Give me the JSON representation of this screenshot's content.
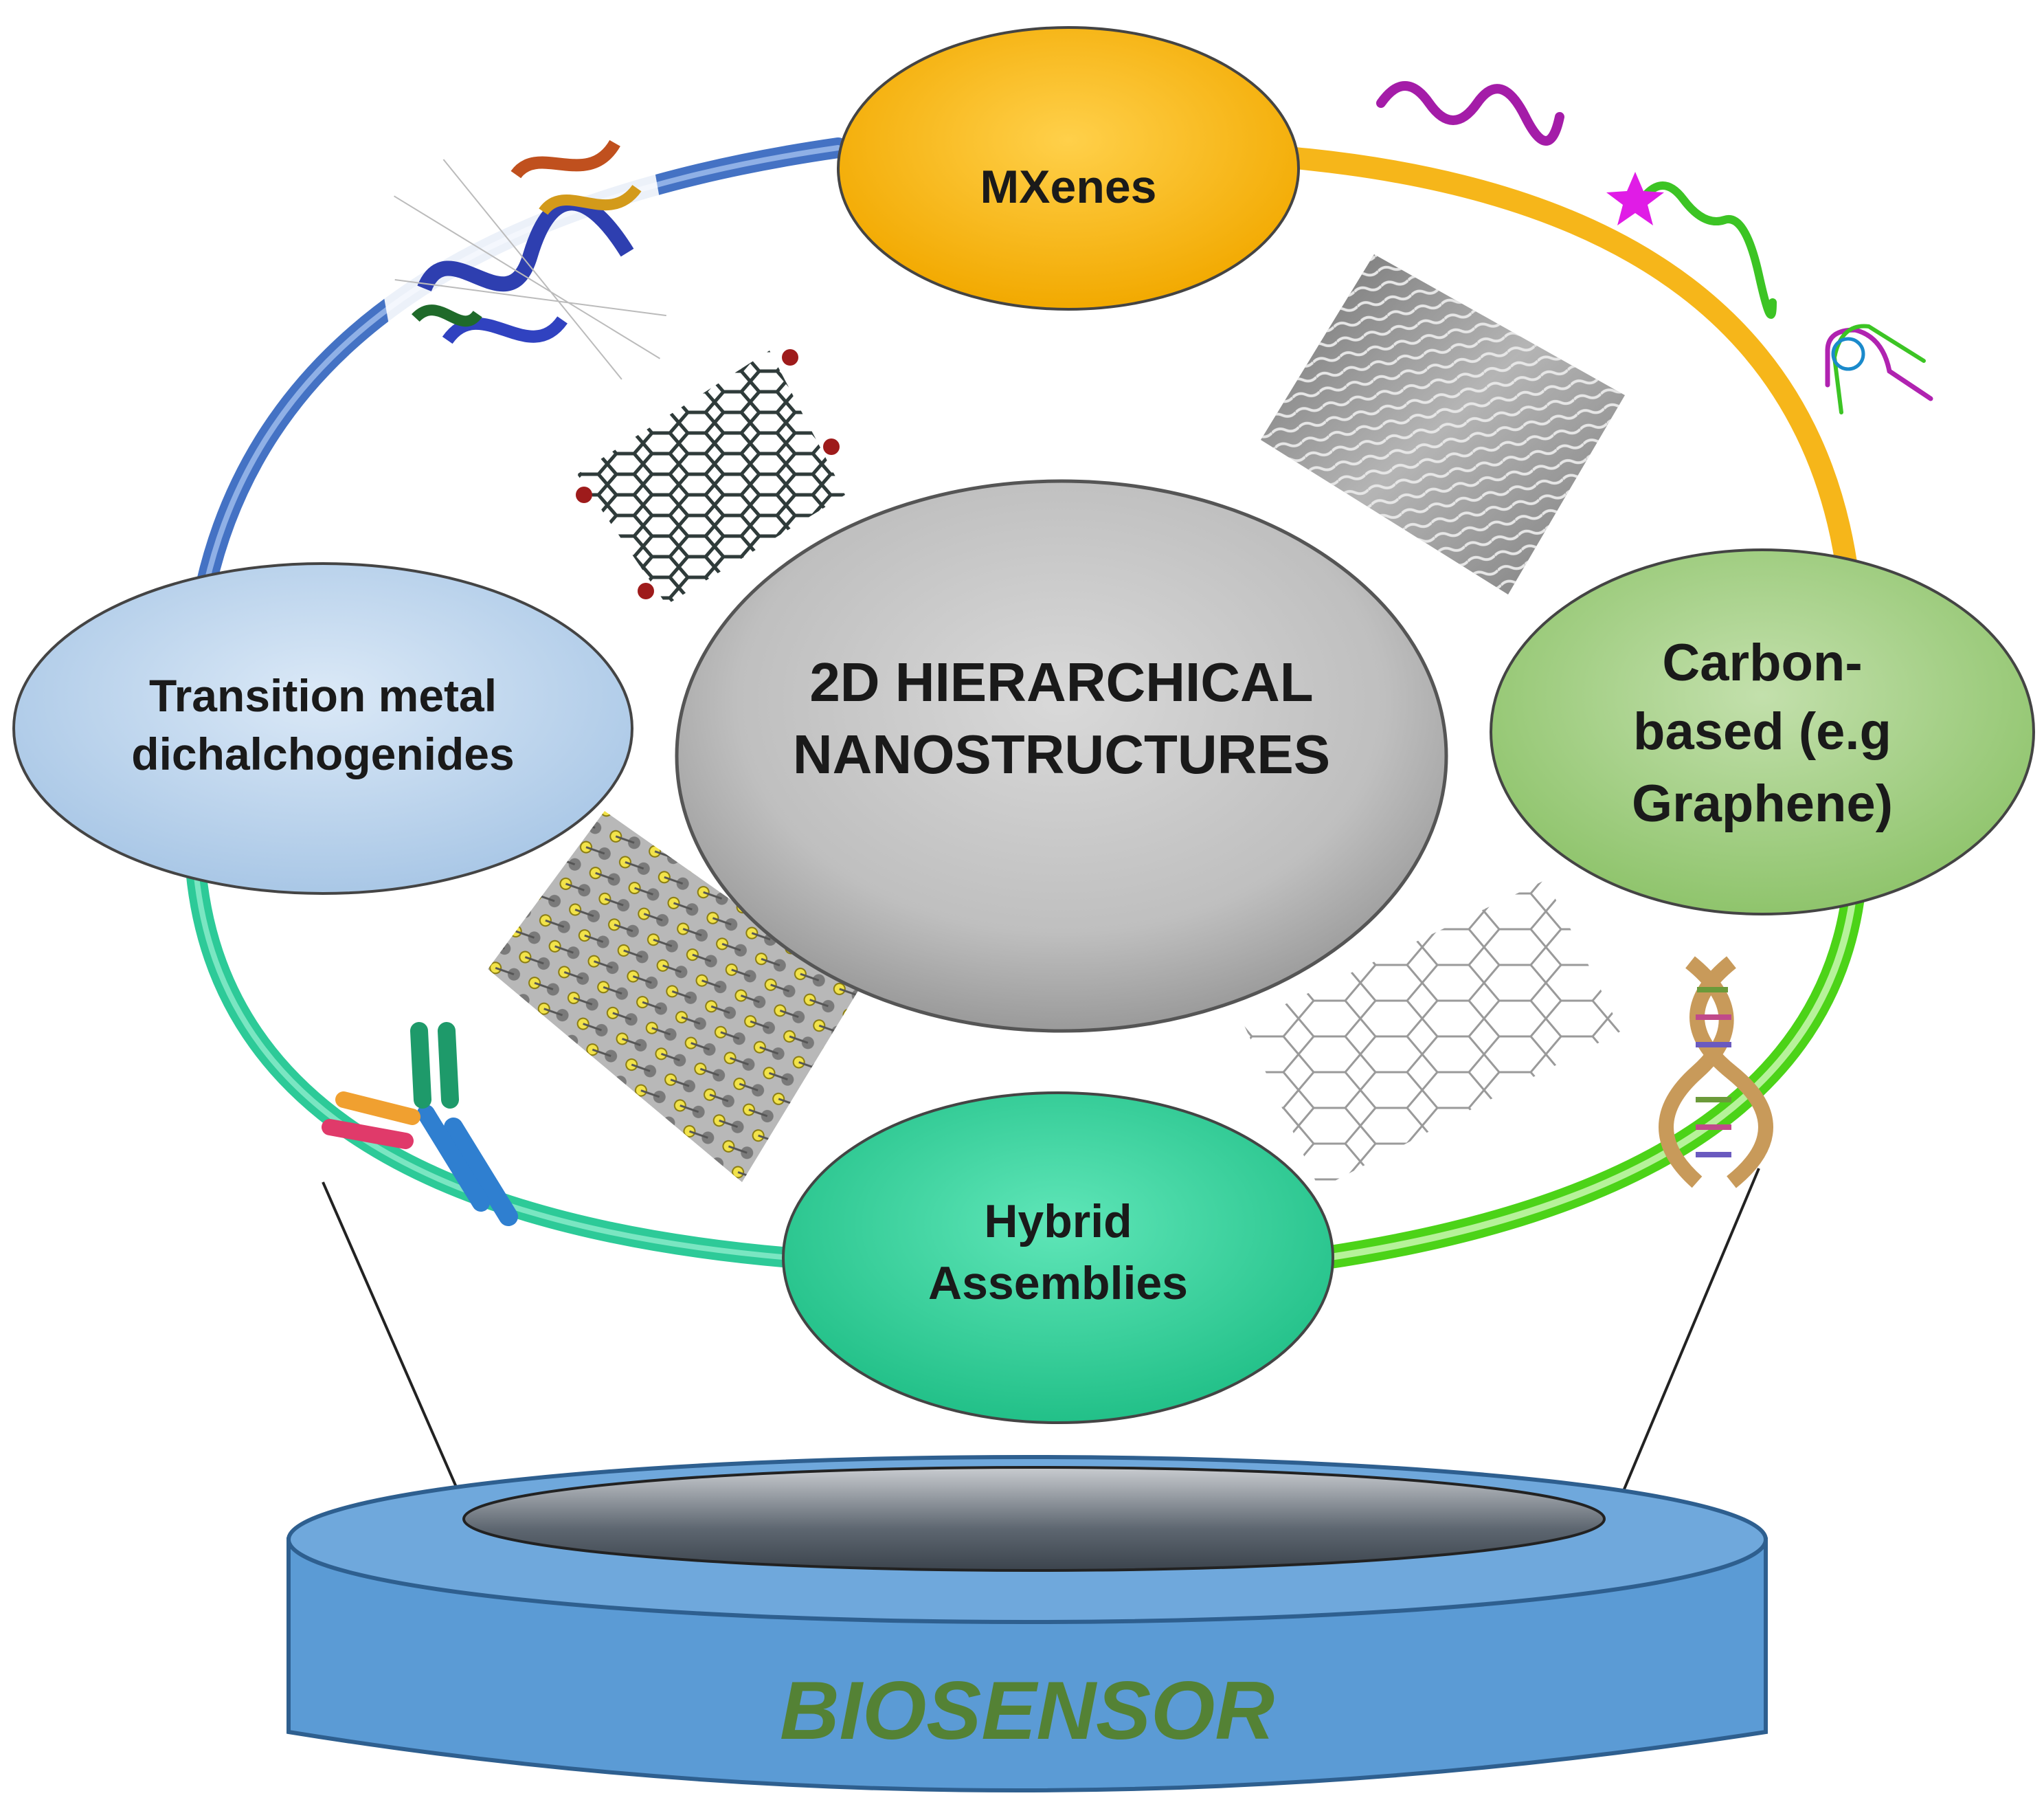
{
  "center": {
    "line1": "2D HIERARCHICAL",
    "line2": "NANOSTRUCTURES"
  },
  "nodes": {
    "mxenes": {
      "line1": "MXenes",
      "color": "#fdb813"
    },
    "tmd": {
      "line1": "Transition metal",
      "line2": "dichalchogenides",
      "color": "#bdd7ee"
    },
    "carbon": {
      "line1": "Carbon-",
      "line2": "based (e.g",
      "line3": "Graphene)",
      "color": "#a9d18e"
    },
    "hybrid": {
      "line1": "Hybrid",
      "line2": "Assemblies",
      "color": "#3ad6a0"
    }
  },
  "base": {
    "label": "BIOSENSOR",
    "color": "#5b9bd5",
    "text_color": "#548235"
  }
}
